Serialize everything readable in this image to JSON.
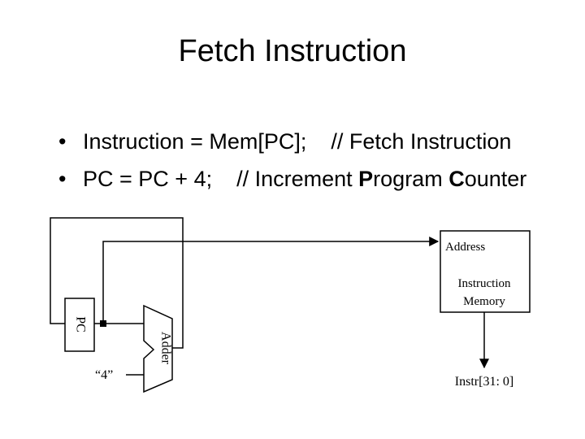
{
  "slide": {
    "title": "Fetch Instruction",
    "bullets": [
      {
        "code": "Instruction = Mem[PC];",
        "comment": "// Fetch Instruction"
      },
      {
        "code": "PC = PC + 4;",
        "comment_parts": [
          "// Increment ",
          "P",
          "rogram ",
          "C",
          "ounter"
        ]
      }
    ]
  },
  "diagram": {
    "memory_address_label": "Address",
    "memory_name_line1": "Instruction",
    "memory_name_line2": "Memory",
    "pc_label": "PC",
    "adder_label": "Adder",
    "constant_label": "“4”",
    "output_label": "Instr[31: 0]"
  }
}
